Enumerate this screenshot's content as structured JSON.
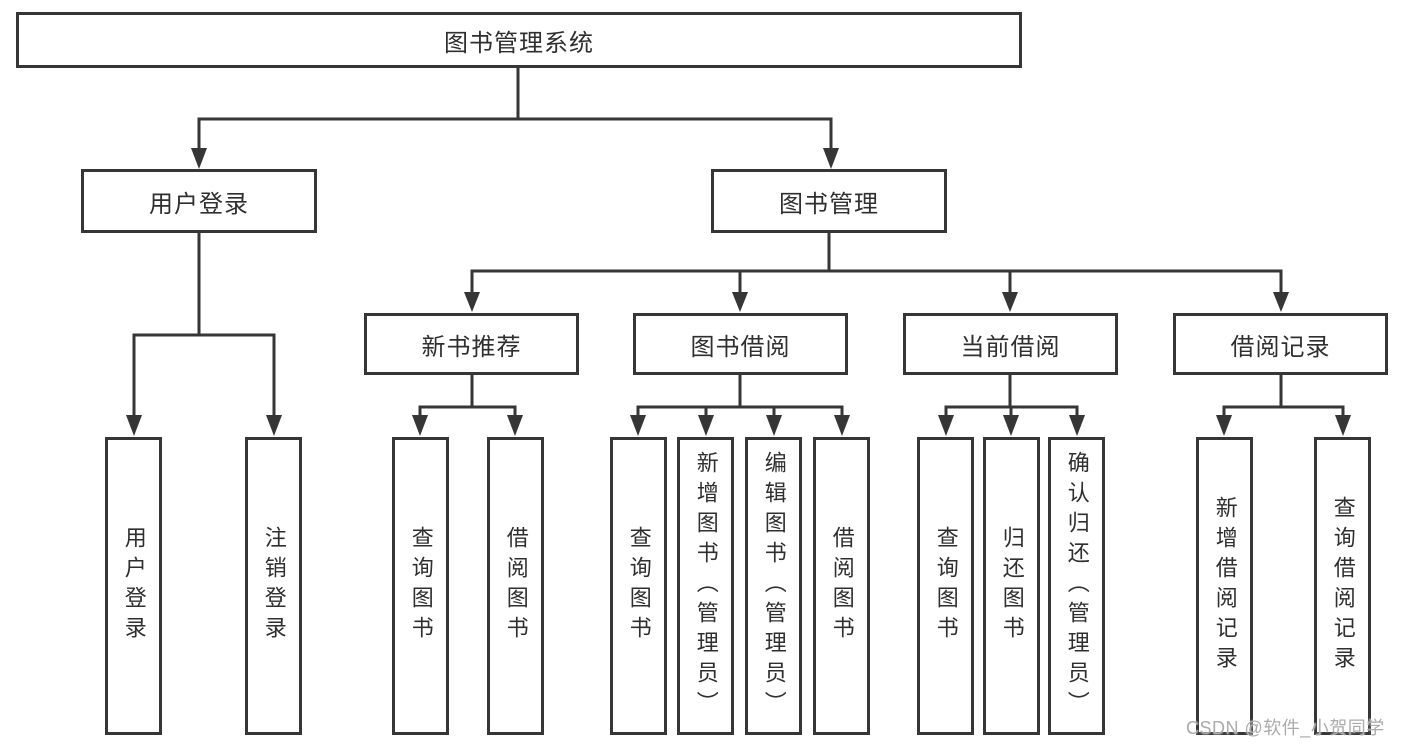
{
  "diagram": {
    "root": {
      "label": "图书管理系统"
    },
    "level2": [
      {
        "label": "用户登录"
      },
      {
        "label": "图书管理"
      }
    ],
    "level3": [
      {
        "label": "新书推荐",
        "parent": "图书管理"
      },
      {
        "label": "图书借阅",
        "parent": "图书管理"
      },
      {
        "label": "当前借阅",
        "parent": "图书管理"
      },
      {
        "label": "借阅记录",
        "parent": "图书管理"
      }
    ],
    "leaves": [
      {
        "label": "用户登录",
        "parent": "用户登录"
      },
      {
        "label": "注销登录",
        "parent": "用户登录"
      },
      {
        "label": "查询图书",
        "parent": "新书推荐"
      },
      {
        "label": "借阅图书",
        "parent": "新书推荐"
      },
      {
        "label": "查询图书",
        "parent": "图书借阅"
      },
      {
        "label": "新增图书（管理员）",
        "parent": "图书借阅"
      },
      {
        "label": "编辑图书（管理员）",
        "parent": "图书借阅"
      },
      {
        "label": "借阅图书",
        "parent": "图书借阅"
      },
      {
        "label": "查询图书",
        "parent": "当前借阅"
      },
      {
        "label": "归还图书",
        "parent": "当前借阅"
      },
      {
        "label": "确认归还（管理员）",
        "parent": "当前借阅"
      },
      {
        "label": "新增借阅记录",
        "parent": "借阅记录"
      },
      {
        "label": "查询借阅记录",
        "parent": "借阅记录"
      }
    ]
  },
  "watermark": {
    "text": "CSDN @软件_小贺同学"
  },
  "colors": {
    "line": "#363636",
    "text": "#2f2f2f",
    "background": "#ffffff",
    "watermark": "#ababab"
  }
}
